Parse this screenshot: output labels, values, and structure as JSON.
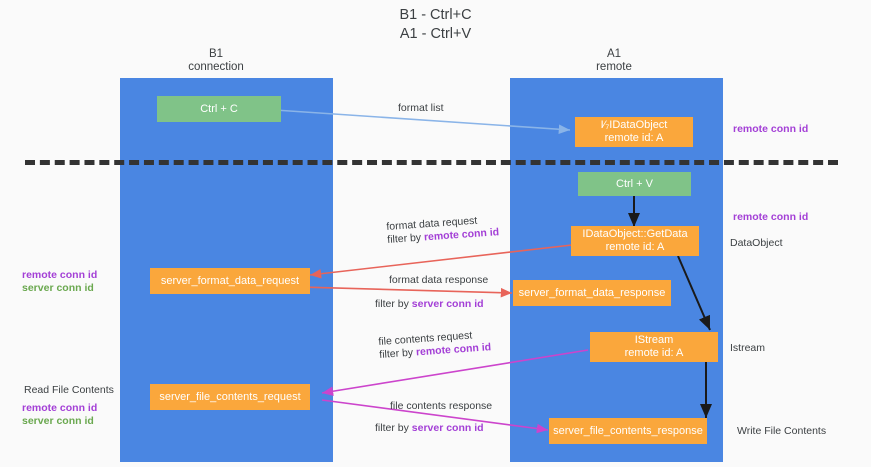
{
  "title": {
    "line1": "B1 - Ctrl+C",
    "line2": "A1 - Ctrl+V"
  },
  "columns": [
    {
      "name": "B1",
      "role": "connection"
    },
    {
      "name": "A1",
      "role": "remote"
    }
  ],
  "colors": {
    "panel": "#4a86e2",
    "green_box": "#80c388",
    "orange_box": "#faa73c",
    "divider": "#333333",
    "arrow_format_list": "#8ab4e8",
    "arrow_format_data": "#e8645a",
    "arrow_file_contents": "#cc44cc",
    "arrow_black": "#1a1a1a",
    "remote_conn_id": "#a33fd6",
    "server_conn_id": "#6aa84f"
  },
  "boxes": {
    "ctrl_c": "Ctrl + C",
    "ctrl_v": "Ctrl + V",
    "idataobject_top_line1": "I⁄₇IDataObject",
    "idataobject_top_line2": "remote id: A",
    "getdata_line1": "IDataObject::GetData",
    "getdata_line2": "remote id: A",
    "server_format_data_request": "server_format_data_request",
    "server_format_data_response": "server_format_data_response",
    "istream_line1": "IStream",
    "istream_line2": "remote id: A",
    "server_file_contents_request": "server_file_contents_request",
    "server_file_contents_response": "server_file_contents_response"
  },
  "arrow_labels": {
    "format_list": "format list",
    "format_data_request": "format data request",
    "format_data_request_filter_prefix": "filter by ",
    "format_data_request_filter_key": "remote conn id",
    "format_data_response": "format data response",
    "format_data_response_filter_prefix": "filter by ",
    "format_data_response_filter_key": "server conn id",
    "file_contents_request": "file contents request",
    "file_contents_request_filter_prefix": "filter by ",
    "file_contents_request_filter_key": "remote conn id",
    "file_contents_response": "file contents response",
    "file_contents_response_filter_prefix": "filter by ",
    "file_contents_response_filter_key": "server conn id"
  },
  "side_labels": {
    "right_top_remote_conn_id": "remote conn id",
    "right_mid_remote_conn_id": "remote conn id",
    "right_dataobject": "DataObject",
    "right_istream": "Istream",
    "right_write_file_contents": "Write File Contents",
    "left_mid_remote_conn_id": "remote conn id",
    "left_mid_server_conn_id": "server conn id",
    "left_read_file_contents": "Read File Contents",
    "left_bottom_remote_conn_id": "remote conn id",
    "left_bottom_server_conn_id": "server conn id"
  }
}
